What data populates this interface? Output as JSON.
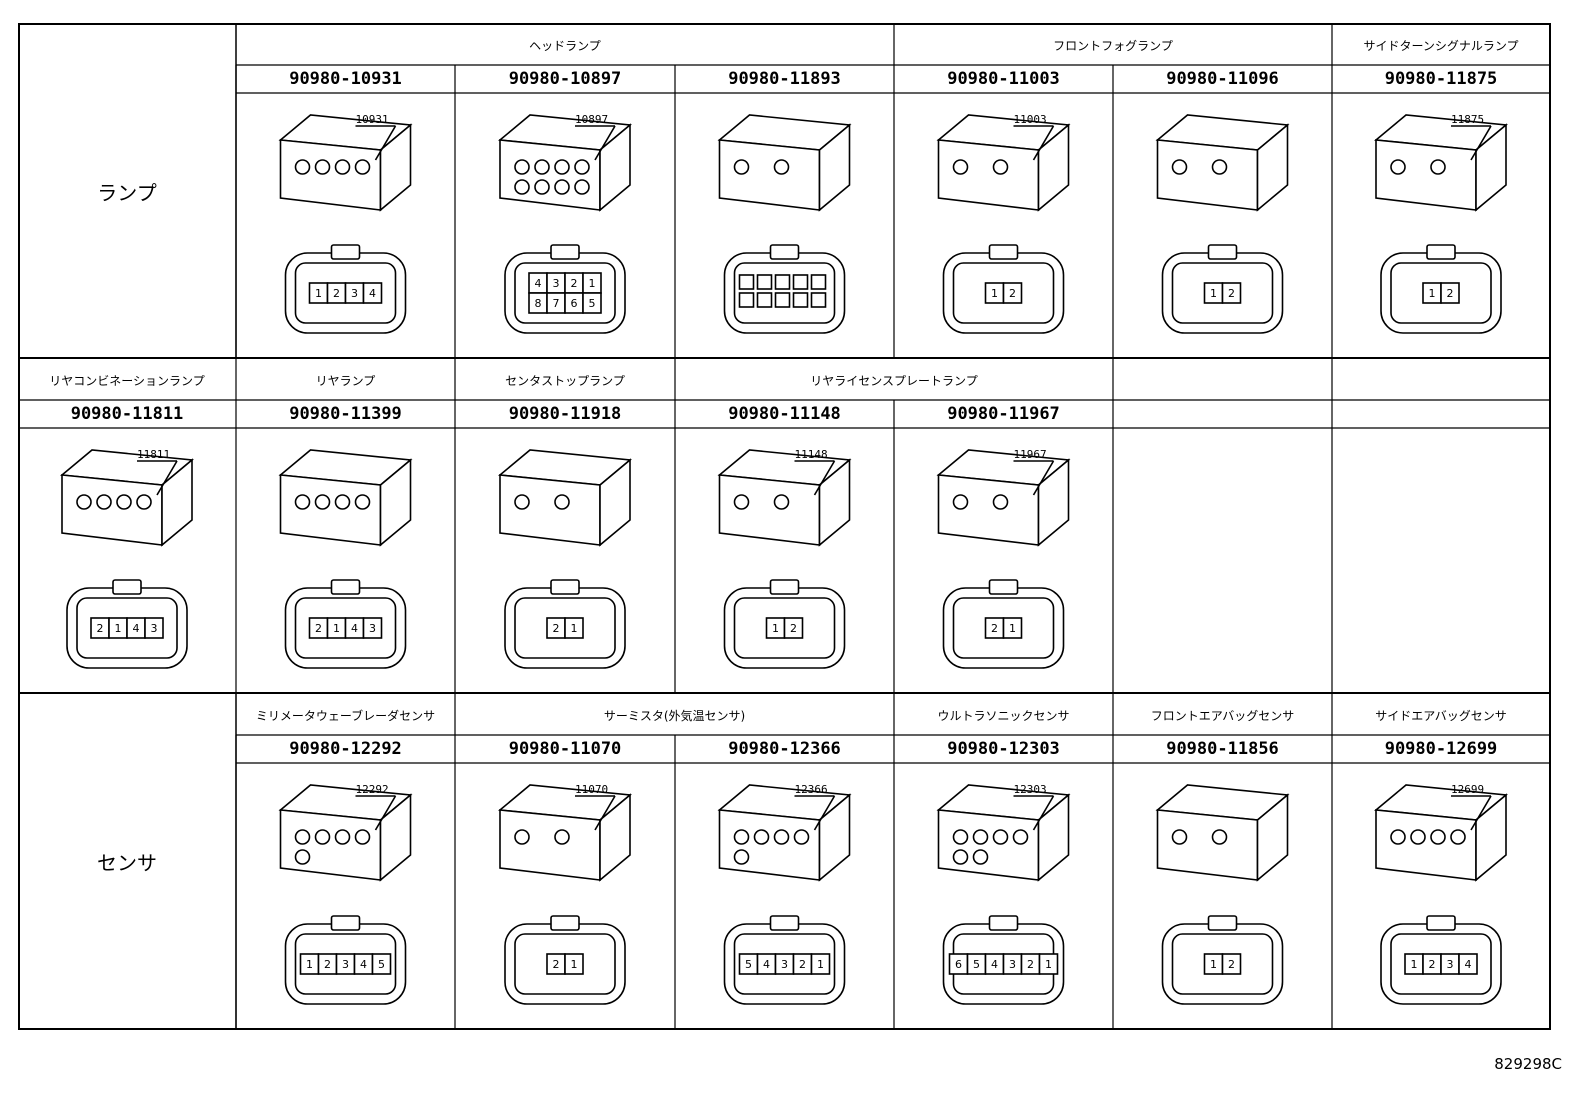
{
  "rows": [
    {
      "label": "ランプ",
      "categories": [
        {
          "name": "ヘッドランプ",
          "span": 3
        },
        {
          "name": "フロントフォグランプ",
          "span": 2
        },
        {
          "name": "サイドターンシグナルランプ",
          "span": 1
        }
      ],
      "cells": [
        {
          "part_number": "90980-10931",
          "callout": "10931",
          "pins": [
            "1",
            "2",
            "3",
            "4"
          ]
        },
        {
          "part_number": "90980-10897",
          "callout": "10897",
          "pins": [
            "4",
            "3",
            "2",
            "1",
            "8",
            "7",
            "6",
            "5"
          ]
        },
        {
          "part_number": "90980-11893",
          "callout": "",
          "pins": []
        },
        {
          "part_number": "90980-11003",
          "callout": "11003",
          "pins": [
            "1",
            "2"
          ]
        },
        {
          "part_number": "90980-11096",
          "callout": "",
          "pins": [
            "1",
            "2"
          ]
        },
        {
          "part_number": "90980-11875",
          "callout": "11875",
          "pins": [
            "1",
            "2"
          ]
        }
      ]
    },
    {
      "label": "",
      "categories": [
        {
          "name": "リヤコンビネーションランプ",
          "span": 1
        },
        {
          "name": "リヤランプ",
          "span": 1
        },
        {
          "name": "センタストップランプ",
          "span": 1
        },
        {
          "name": "リヤライセンスプレートランプ",
          "span": 2
        },
        {
          "name": "",
          "span": 1
        },
        {
          "name": "",
          "span": 1
        }
      ],
      "cells": [
        {
          "part_number": "90980-11811",
          "callout": "11811",
          "pins": [
            "2",
            "1",
            "4",
            "3"
          ]
        },
        {
          "part_number": "90980-11399",
          "callout": "",
          "pins": [
            "2",
            "1",
            "4",
            "3"
          ]
        },
        {
          "part_number": "90980-11918",
          "callout": "",
          "pins": [
            "2",
            "1"
          ]
        },
        {
          "part_number": "90980-11148",
          "callout": "11148",
          "pins": [
            "1",
            "2"
          ]
        },
        {
          "part_number": "90980-11967",
          "callout": "11967",
          "pins": [
            "2",
            "1"
          ]
        },
        {
          "part_number": "",
          "callout": "",
          "pins": []
        },
        {
          "part_number": "",
          "callout": "",
          "pins": []
        }
      ]
    },
    {
      "label": "センサ",
      "categories": [
        {
          "name": "ミリメータウェーブレーダセンサ",
          "span": 1
        },
        {
          "name": "サーミスタ(外気温センサ)",
          "span": 2
        },
        {
          "name": "ウルトラソニックセンサ",
          "span": 1
        },
        {
          "name": "フロントエアバッグセンサ",
          "span": 1
        },
        {
          "name": "サイドエアバッグセンサ",
          "span": 1
        }
      ],
      "cells": [
        {
          "part_number": "90980-12292",
          "callout": "12292",
          "pins": [
            "1",
            "2",
            "3",
            "4",
            "5"
          ]
        },
        {
          "part_number": "90980-11070",
          "callout": "11070",
          "pins": [
            "2",
            "1"
          ]
        },
        {
          "part_number": "90980-12366",
          "callout": "12366",
          "pins": [
            "5",
            "4",
            "3",
            "2",
            "1"
          ]
        },
        {
          "part_number": "90980-12303",
          "callout": "12303",
          "pins": [
            "6",
            "5",
            "4",
            "3",
            "2",
            "1"
          ]
        },
        {
          "part_number": "90980-11856",
          "callout": "",
          "pins": [
            "1",
            "2"
          ]
        },
        {
          "part_number": "90980-12699",
          "callout": "12699",
          "pins": [
            "1",
            "2",
            "3",
            "4"
          ]
        }
      ]
    }
  ],
  "drawing_code": "829298C"
}
